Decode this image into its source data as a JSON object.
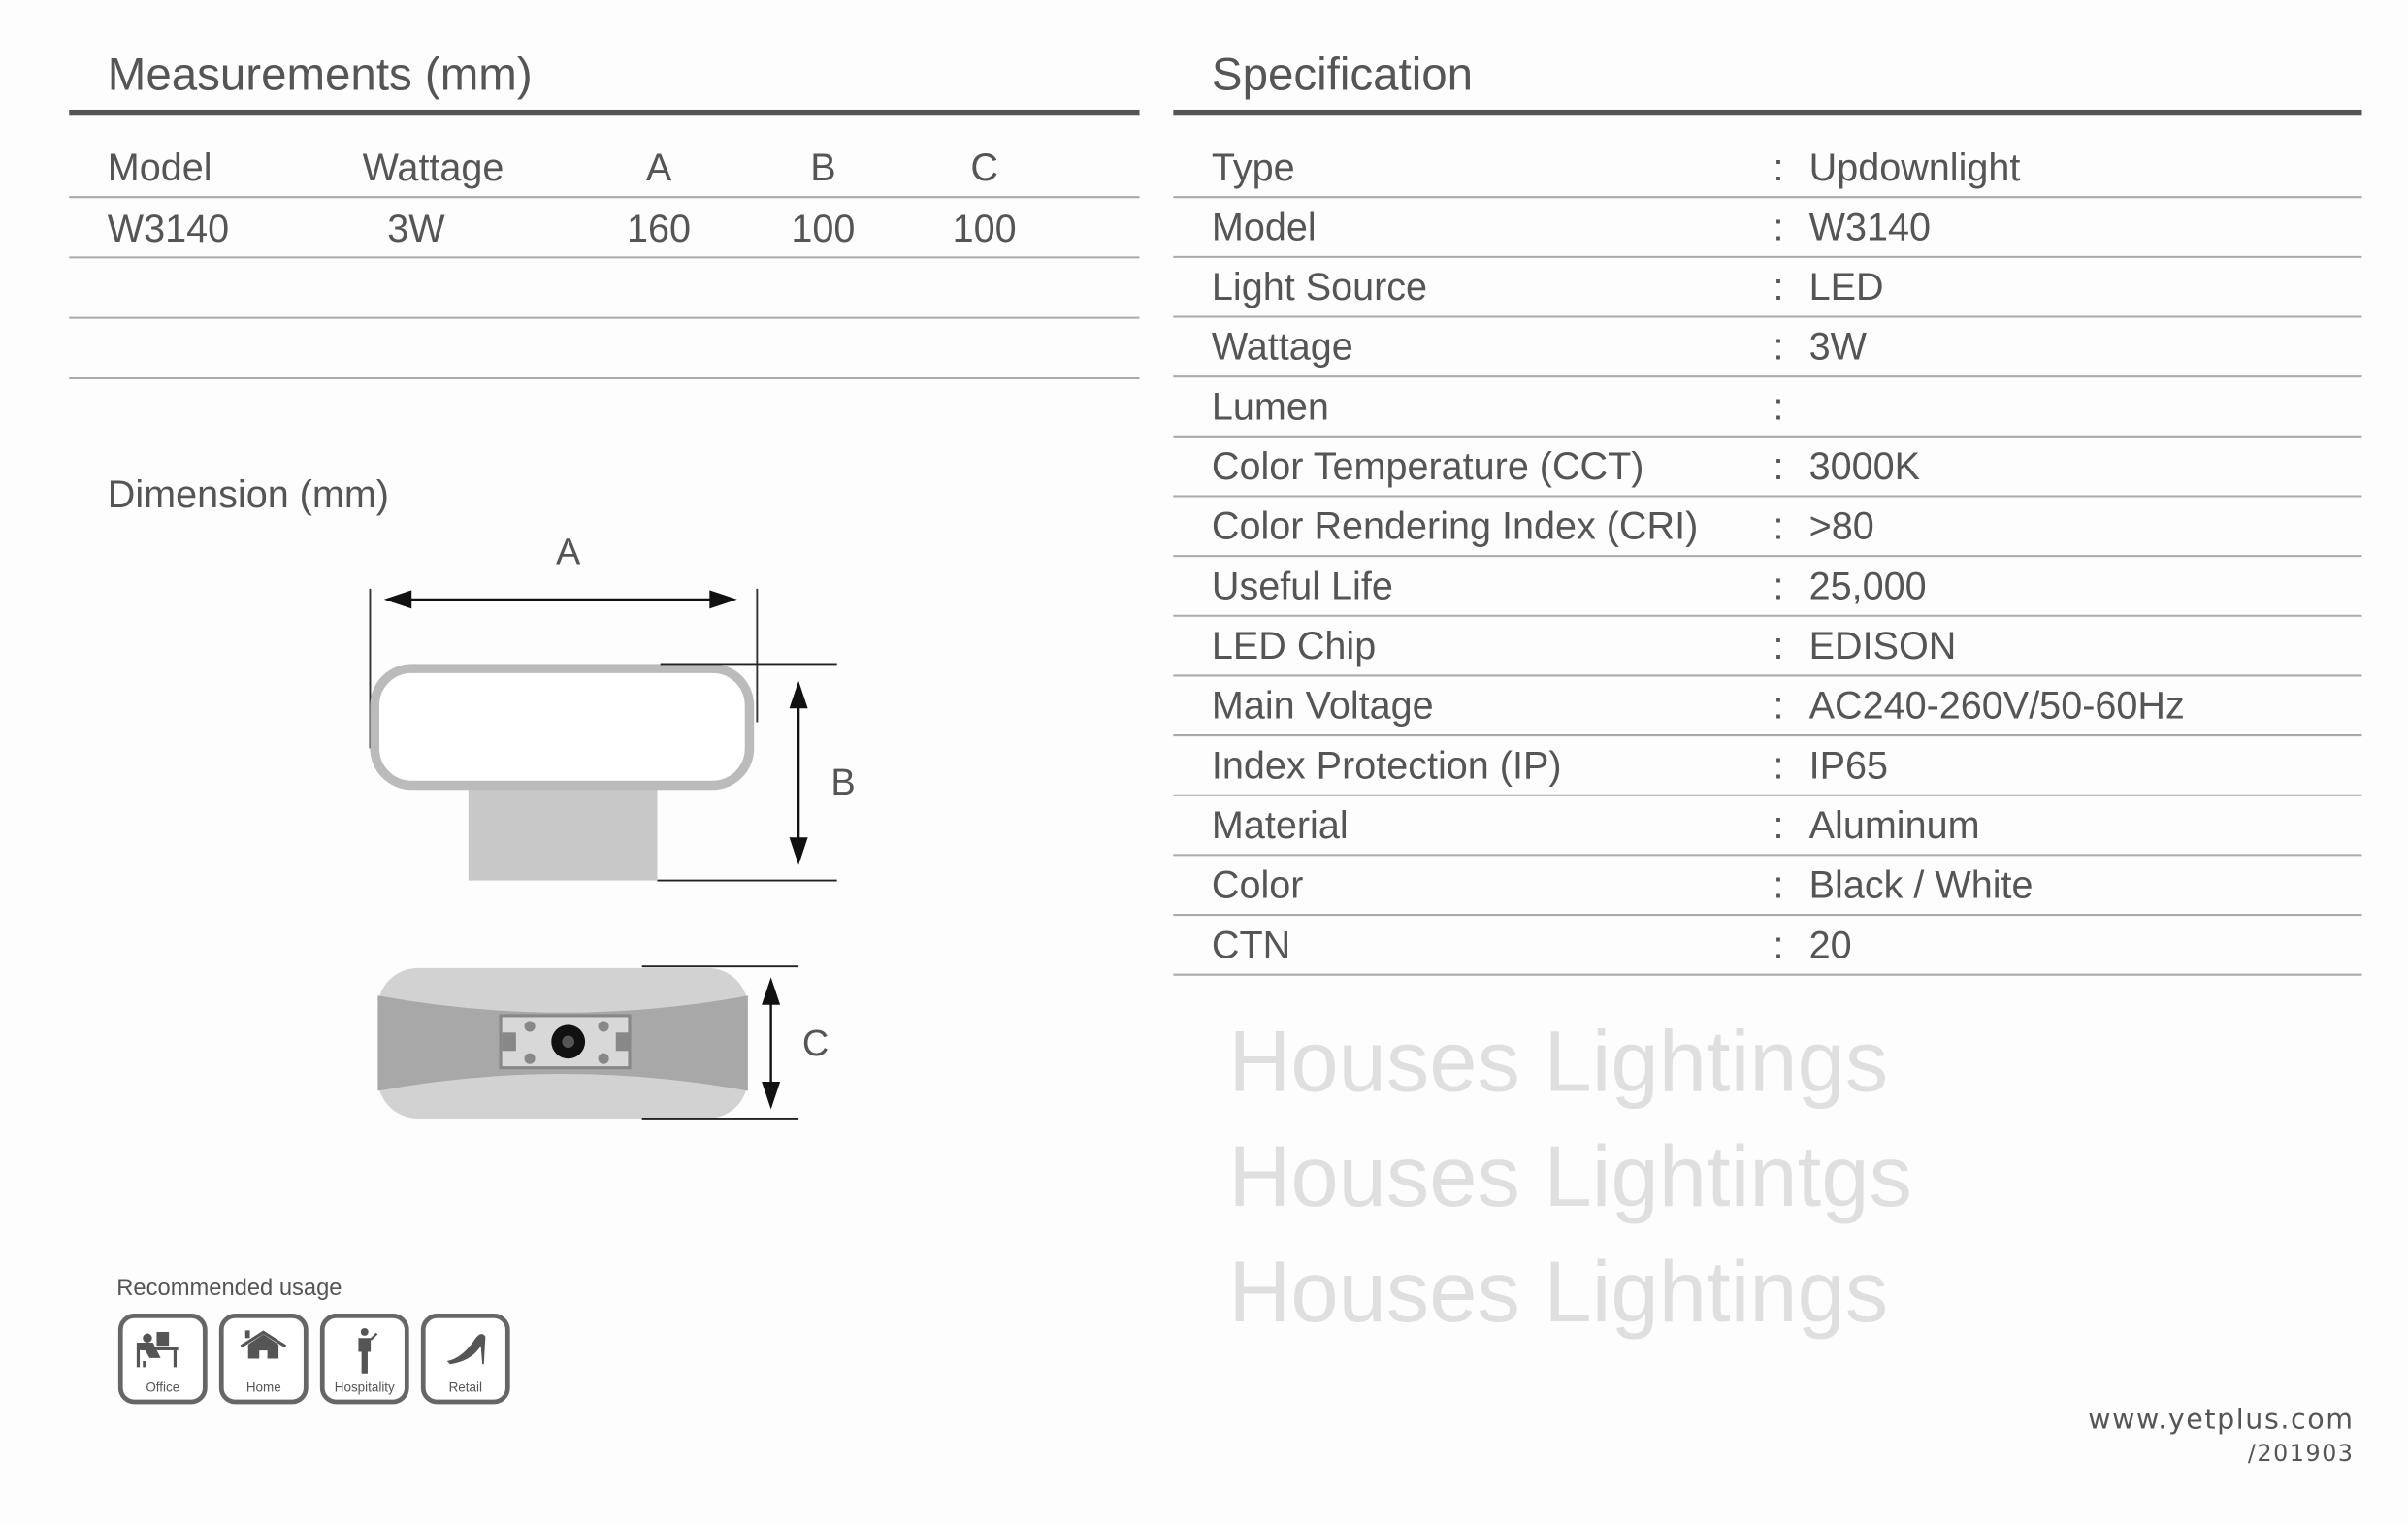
{
  "measurements": {
    "title": "Measurements (mm)",
    "headers": [
      "Model",
      "Wattage",
      "A",
      "B",
      "C"
    ],
    "rows": [
      [
        "W3140",
        "3W",
        "160",
        "100",
        "100"
      ]
    ]
  },
  "specification": {
    "title": "Specification",
    "separator": ":",
    "rows": [
      {
        "label": "Type",
        "value": "Updownlight"
      },
      {
        "label": "Model",
        "value": "W3140"
      },
      {
        "label": "Light Source",
        "value": "LED"
      },
      {
        "label": "Wattage",
        "value": "3W"
      },
      {
        "label": "Lumen",
        "value": ""
      },
      {
        "label": "Color Temperature (CCT)",
        "value": "3000K"
      },
      {
        "label": "Color Rendering Index (CRI)",
        "value": ">80"
      },
      {
        "label": "Useful Life",
        "value": "25,000"
      },
      {
        "label": "LED Chip",
        "value": "EDISON"
      },
      {
        "label": "Main Voltage",
        "value": "AC240-260V/50-60Hz"
      },
      {
        "label": "Index Protection (IP)",
        "value": "IP65"
      },
      {
        "label": "Material",
        "value": "Aluminum"
      },
      {
        "label": "Color",
        "value": "Black / White"
      },
      {
        "label": "CTN",
        "value": "20"
      }
    ]
  },
  "dimension": {
    "title": "Dimension (mm)",
    "label_a": "A",
    "label_b": "B",
    "label_c": "C"
  },
  "usage": {
    "title": "Recommended usage",
    "items": [
      {
        "icon": "office-icon",
        "label": "Office"
      },
      {
        "icon": "home-icon",
        "label": "Home"
      },
      {
        "icon": "hospitality-icon",
        "label": "Hospitality"
      },
      {
        "icon": "retail-icon",
        "label": "Retail"
      }
    ]
  },
  "watermarks": [
    "Houses Lightings",
    "Houses Lightintgs",
    "Houses Lightings"
  ],
  "footer": {
    "website": "www.yetplus.com",
    "code": "/201903"
  },
  "colors": {
    "text": "#555555",
    "rule": "#555555",
    "thin_rule": "#aaaaaa",
    "drawing_gray": "#c8c8c8"
  }
}
